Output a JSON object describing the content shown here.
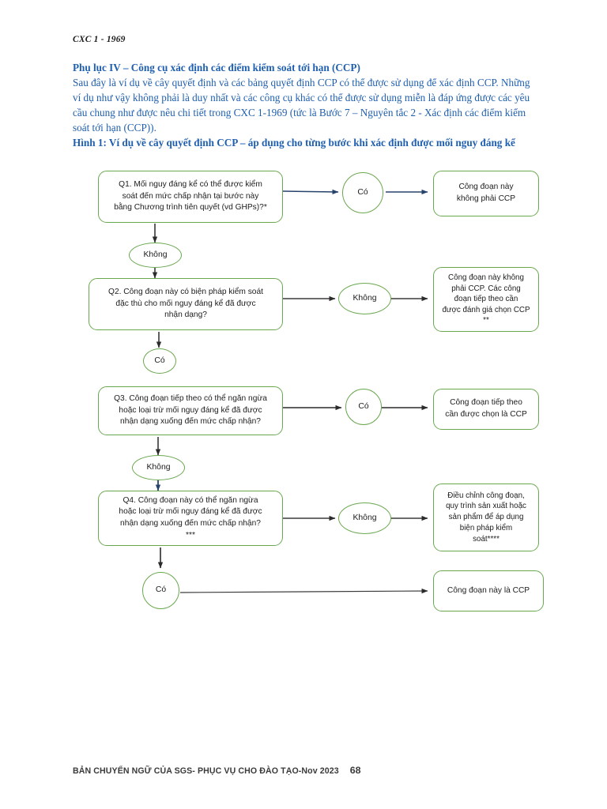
{
  "document": {
    "running_head": "CXC 1 - 1969",
    "heading": "Phụ lục IV – Công cụ xác định các điểm kiểm soát tới hạn (CCP)",
    "paragraph": "Sau đây là ví dụ về cây quyết định và các bảng quyết định CCP có thể được sử dụng để xác định CCP. Những ví dụ như vậy không phải là duy nhất và các công cụ khác có thể được sử dụng miễn là đáp ứng được các yêu cầu chung như được nêu chi tiết trong CXC 1-1969 (tức là Bước 7 – Nguyên tắc 2 - Xác định các điểm kiểm soát tới hạn (CCP)).",
    "figure_title": "Hình 1: Ví dụ về cây quyết định CCP – áp dụng cho từng bước khi xác định được mối nguy đáng kể",
    "text_color": "#1f5faf"
  },
  "flowchart": {
    "node_border_color": "#6aa84f",
    "arrow_color": "#333333",
    "nodes": {
      "q1": "Q1. Mối nguy đáng kể có thể được kiểm\nsoát đến mức chấp nhận tại bước này\nbằng Chương trình tiên quyết (vd GHPs)?*",
      "q1_yes": "Có",
      "q1_no": "Không",
      "q1_yes_result": "Công đoạn này\nkhông phải CCP",
      "q2": "Q2. Công đoạn này có biện pháp kiểm soát\nđặc thù cho mối nguy đáng kể đã được\nnhận dạng?",
      "q2_no": "Không",
      "q2_yes": "Có",
      "q2_no_result": "Công đoạn này không\nphải CCP. Các công\nđoạn tiếp theo cần\nđược đánh giá chọn CCP\n**",
      "q3": "Q3. Công đoạn tiếp theo có thể ngăn ngừa\nhoặc loại trừ mối nguy đáng kể đã được\nnhận dạng xuống đến mức chấp nhận?",
      "q3_yes": "Có",
      "q3_no": "Không",
      "q3_yes_result": "Công đoạn tiếp theo\ncần được chọn là CCP",
      "q4": "Q4. Công đoạn này có thể ngăn ngừa\nhoặc loại trừ mối nguy đáng kể đã được\nnhận dạng xuống đến mức chấp nhận?\n***",
      "q4_no": "Không",
      "q4_yes": "Có",
      "q4_no_result": "Điều chỉnh công đoạn,\nquy trình sản xuất hoặc\nsản phẩm để áp dụng\nbiện pháp kiểm\nsoát****",
      "q4_yes_result": "Công đoạn này là CCP"
    }
  },
  "footer": {
    "text": "BẢN CHUYỂN NGỮ CỦA SGS- PHỤC VỤ CHO ĐÀO TẠO-Nov 2023",
    "page_number": "68"
  }
}
